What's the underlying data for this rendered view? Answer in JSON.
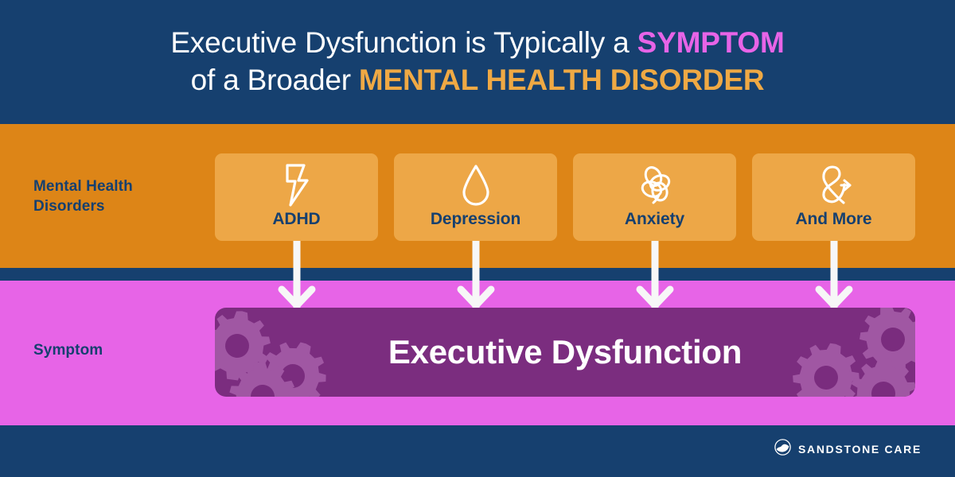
{
  "header": {
    "line1_pre": "Executive Dysfunction is Typically a ",
    "line1_highlight": "SYMPTOM",
    "line2_pre": "of a Broader ",
    "line2_highlight": "MENTAL HEALTH DISORDER"
  },
  "rows": {
    "disorders_label": "Mental Health Disorders",
    "symptom_label": "Symptom"
  },
  "cards": [
    {
      "label": "ADHD",
      "icon": "lightning-bolt-icon"
    },
    {
      "label": "Depression",
      "icon": "water-drop-icon"
    },
    {
      "label": "Anxiety",
      "icon": "tangled-scribble-icon"
    },
    {
      "label": "And More",
      "icon": "ampersand-icon"
    }
  ],
  "symptom_bar": {
    "text": "Executive Dysfunction",
    "decoration": "gears-icon"
  },
  "footer": {
    "logo_text": "SANDSTONE CARE",
    "logo_icon": "sandstone-care-circle-logo"
  },
  "colors": {
    "navy": "#16406f",
    "orange": "#dd8517",
    "card_orange": "#eda747",
    "pink": "#e764e7",
    "purple": "#7b2d7f",
    "gear_purple": "#a35aa6",
    "title_orange": "#efa944",
    "white": "#ffffff"
  }
}
